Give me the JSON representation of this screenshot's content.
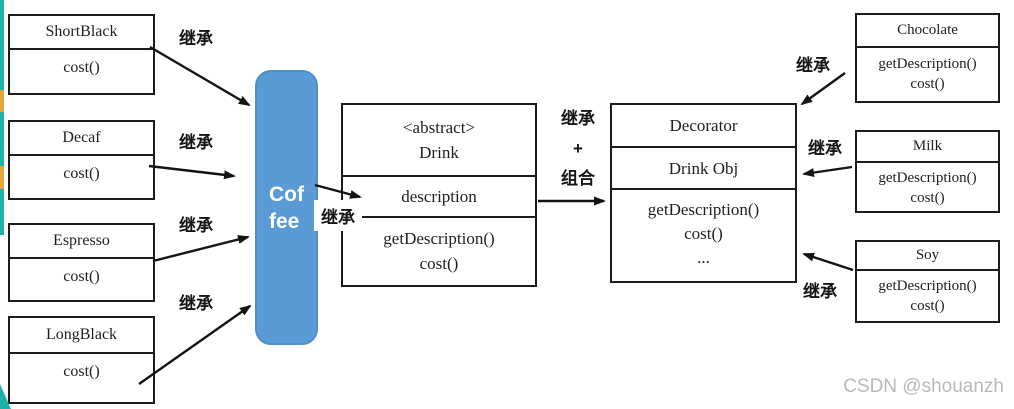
{
  "diagram": {
    "left_classes": [
      {
        "name": "ShortBlack",
        "method": "cost()"
      },
      {
        "name": "Decaf",
        "method": "cost()"
      },
      {
        "name": "Espresso",
        "method": "cost()"
      },
      {
        "name": "LongBlack",
        "method": "cost()"
      }
    ],
    "coffee": {
      "line1": "Cof",
      "line2": "fee"
    },
    "drink": {
      "stereotype": "<abstract>",
      "name": "Drink",
      "attribute": "description",
      "method1": "getDescription()",
      "method2": "cost()"
    },
    "decorator": {
      "name": "Decorator",
      "attribute": "Drink Obj",
      "method1": "getDescription()",
      "method2": "cost()",
      "method3": "..."
    },
    "right_classes": [
      {
        "name": "Chocolate",
        "method1": "getDescription()",
        "method2": "cost()"
      },
      {
        "name": "Milk",
        "method1": "getDescription()",
        "method2": "cost()"
      },
      {
        "name": "Soy",
        "method1": "getDescription()",
        "method2": "cost()"
      }
    ],
    "labels": {
      "inherit": "继承",
      "compose_line1": "继承",
      "compose_line2": "+",
      "compose_line3": "组合"
    },
    "watermark": "CSDN @shouanzh",
    "colors": {
      "coffee_fill": "#5b9bd5",
      "coffee_border": "#4e8ecb",
      "accent_teal": "#1fb0ab",
      "accent_orange": "#e8a43c",
      "watermark_gray": "#b9b9b9"
    }
  }
}
